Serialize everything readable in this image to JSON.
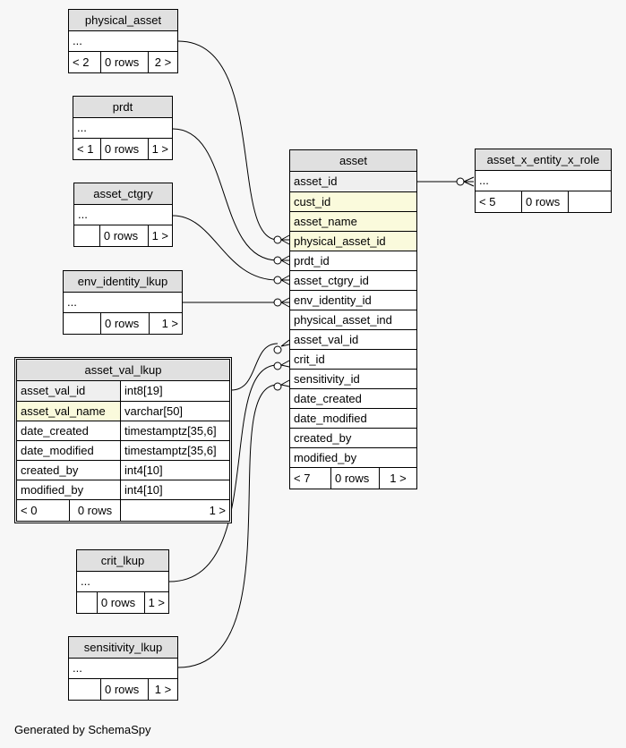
{
  "tables": {
    "physical_asset": {
      "name": "physical_asset",
      "row": "...",
      "foot": [
        "< 2",
        "0 rows",
        "2 >"
      ]
    },
    "prdt": {
      "name": "prdt",
      "row": "...",
      "foot": [
        "< 1",
        "0 rows",
        "1 >"
      ]
    },
    "asset_ctgry": {
      "name": "asset_ctgry",
      "row": "...",
      "foot": [
        "",
        "0 rows",
        "1 >"
      ]
    },
    "env_identity_lkup": {
      "name": "env_identity_lkup",
      "row": "...",
      "foot": [
        "",
        "0 rows",
        "1 >"
      ]
    },
    "asset_val_lkup": {
      "name": "asset_val_lkup",
      "columns": [
        {
          "name": "asset_val_id",
          "type": "int8[19]"
        },
        {
          "name": "asset_val_name",
          "type": "varchar[50]"
        },
        {
          "name": "date_created",
          "type": "timestamptz[35,6]"
        },
        {
          "name": "date_modified",
          "type": "timestamptz[35,6]"
        },
        {
          "name": "created_by",
          "type": "int4[10]"
        },
        {
          "name": "modified_by",
          "type": "int4[10]"
        }
      ],
      "foot": [
        "< 0",
        "0 rows",
        "1 >"
      ]
    },
    "crit_lkup": {
      "name": "crit_lkup",
      "row": "...",
      "foot": [
        "",
        "0 rows",
        "1 >"
      ]
    },
    "sensitivity_lkup": {
      "name": "sensitivity_lkup",
      "row": "...",
      "foot": [
        "",
        "0 rows",
        "1 >"
      ]
    },
    "asset": {
      "name": "asset",
      "columns": [
        "asset_id",
        "cust_id",
        "asset_name",
        "physical_asset_id",
        "prdt_id",
        "asset_ctgry_id",
        "env_identity_id",
        "physical_asset_ind",
        "asset_val_id",
        "crit_id",
        "sensitivity_id",
        "date_created",
        "date_modified",
        "created_by",
        "modified_by"
      ],
      "foot": [
        "< 7",
        "0 rows",
        "1 >"
      ]
    },
    "asset_x_entity_x_role": {
      "name": "asset_x_entity_x_role",
      "row": "...",
      "foot": [
        "< 5",
        "0 rows",
        ""
      ]
    }
  },
  "colors": {
    "background": "#f7f7f7",
    "header": "#e0e0e0",
    "primary_key": "#efefef",
    "indexed": "#fafadc"
  },
  "footer": "Generated by SchemaSpy"
}
